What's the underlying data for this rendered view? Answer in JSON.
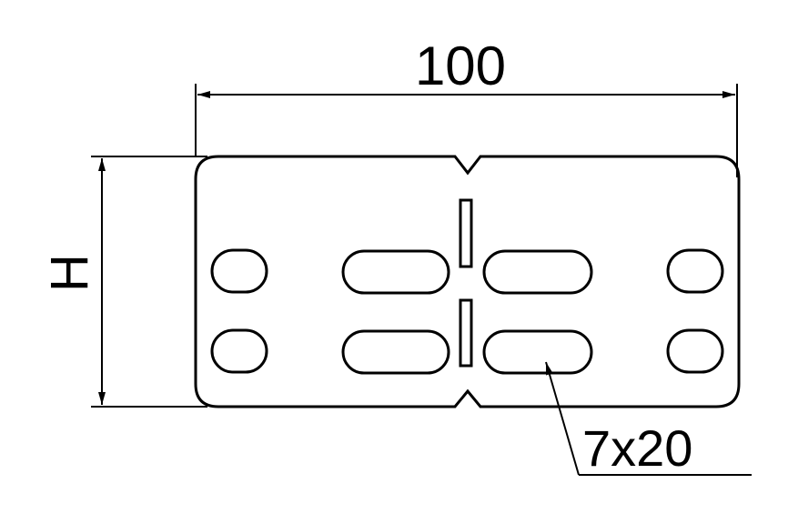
{
  "drawing": {
    "width_dimension": "100",
    "height_dimension": "H",
    "slot_callout": "7x20"
  }
}
